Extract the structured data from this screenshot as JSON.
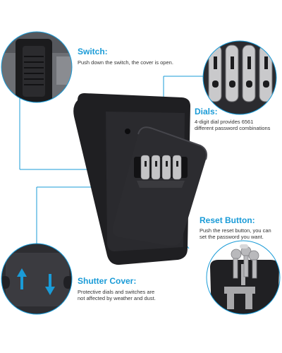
{
  "accent_color": "#1a9bd7",
  "features": {
    "switch": {
      "title": "Switch:",
      "description": "Push down the switch, the cover is open."
    },
    "dials": {
      "title": "Dials:",
      "description_line1": "4-digit dial provides 6561",
      "description_line2": "different password combinations"
    },
    "reset_button": {
      "title": "Reset Button:",
      "description_line1": "Push the reset button, you can",
      "description_line2": "set the password you want."
    },
    "shutter_cover": {
      "title": "Shutter Cover:",
      "description_line1": "Protective dials and switches are",
      "description_line2": "not affected by weather and dust."
    }
  },
  "icons": {
    "shutter_arrows": [
      "arrow-up-icon",
      "arrow-down-icon"
    ]
  }
}
